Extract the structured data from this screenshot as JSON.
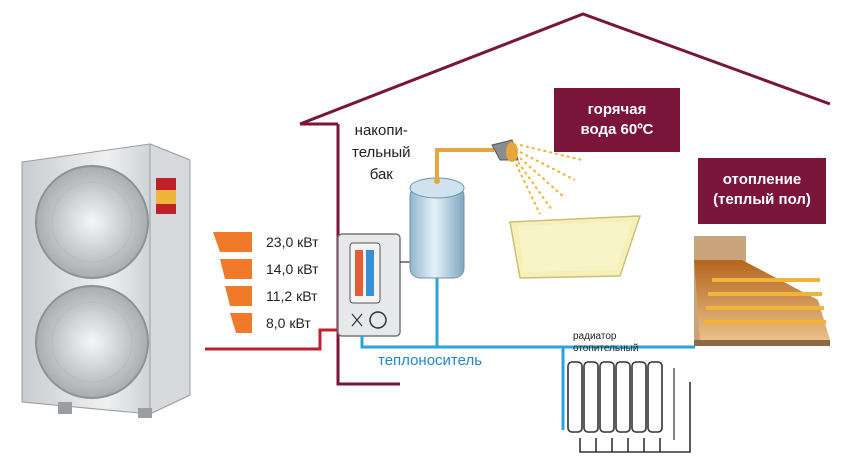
{
  "tank_label": [
    "накопи-",
    "тельный",
    "бак"
  ],
  "hot_water_label": [
    "горячая",
    "вода 60ºС"
  ],
  "heating_label": [
    "отопление",
    "(теплый пол)"
  ],
  "power_levels": [
    "23,0 кВт",
    "14,0 кВт",
    "11,2 кВт",
    "8,0 кВт"
  ],
  "heat_carrier_label": "теплоноситель",
  "radiator_label": [
    "радиатор",
    "отопительный"
  ],
  "colors": {
    "house_outline": "#7a1438",
    "box_fill": "#7a1438",
    "hot_pipe": "#e8a53a",
    "cold_pipe": "#29a3dd",
    "return_pipe": "#c0202a",
    "power_bars": "#f07a2a",
    "carrier_text": "#1e88c8"
  }
}
